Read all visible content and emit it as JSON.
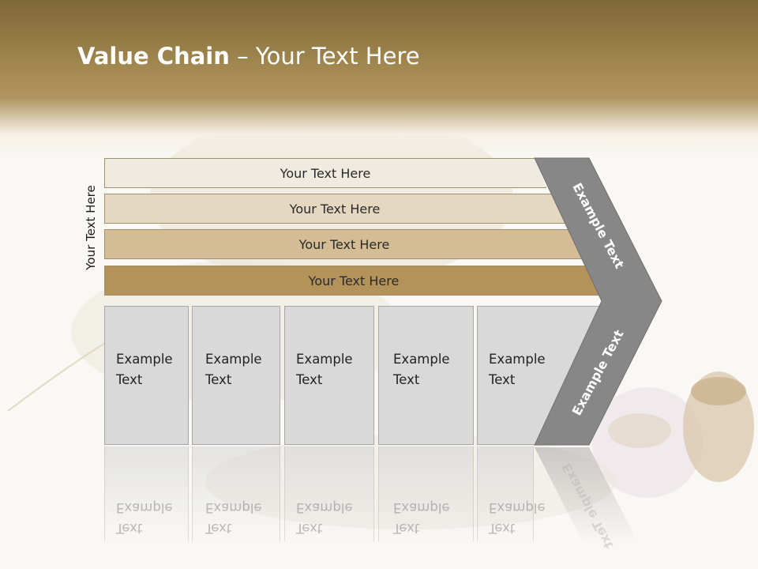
{
  "slide": {
    "title_bold": "Value Chain",
    "title_rest": " – Your Text Here",
    "vertical_label": "Your Text Here"
  },
  "bars": [
    {
      "label": "Your Text Here",
      "color": "#f0ebe0"
    },
    {
      "label": "Your Text Here",
      "color": "#e4d8c0"
    },
    {
      "label": "Your Text Here",
      "color": "#d4bc94"
    },
    {
      "label": "Your Text Here",
      "color": "#b3935a"
    }
  ],
  "boxes": [
    {
      "line1": "Example",
      "line2": "Text"
    },
    {
      "line1": "Example",
      "line2": "Text"
    },
    {
      "line1": "Example",
      "line2": "Text"
    },
    {
      "line1": "Example",
      "line2": "Text"
    },
    {
      "line1": "Example",
      "line2": "Text"
    }
  ],
  "chevron": {
    "upper_label": "Example Text",
    "lower_label": "Example Text",
    "color": "#878787"
  },
  "colors": {
    "header": "#9a7f48",
    "box_fill": "#d9d9d9"
  }
}
